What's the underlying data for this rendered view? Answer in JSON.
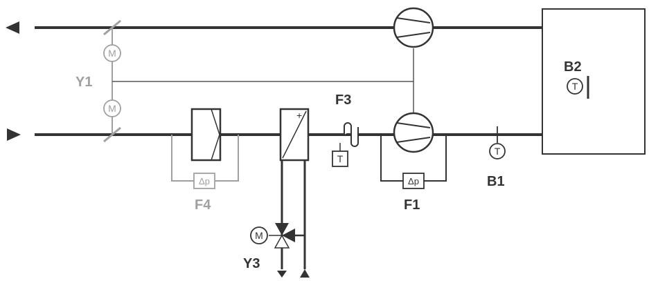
{
  "labels": {
    "y1": "Y1",
    "y3": "Y3",
    "f1": "F1",
    "f3": "F3",
    "f4": "F4",
    "b1": "B1",
    "b2": "B2"
  },
  "symbols": {
    "motor": "M",
    "temperature": "T",
    "pressure_diff": "Δp",
    "plus": "+"
  },
  "colors": {
    "main_line": "#333333",
    "thin_line": "#555555",
    "inactive": "#a0a0a0",
    "background": "#ffffff"
  },
  "icons": {
    "exhaust_arrow": "arrow-left-icon",
    "supply_arrow": "arrow-right-icon",
    "fan": "fan-icon",
    "damper_actuator": "motor-icon",
    "filter": "filter-icon",
    "heating_coil": "heating-coil-icon",
    "valve": "three-way-valve-icon",
    "frost_thermostat": "frost-thermostat-icon",
    "temperature_sensor": "temperature-sensor-icon",
    "pressure_switch": "differential-pressure-icon"
  }
}
